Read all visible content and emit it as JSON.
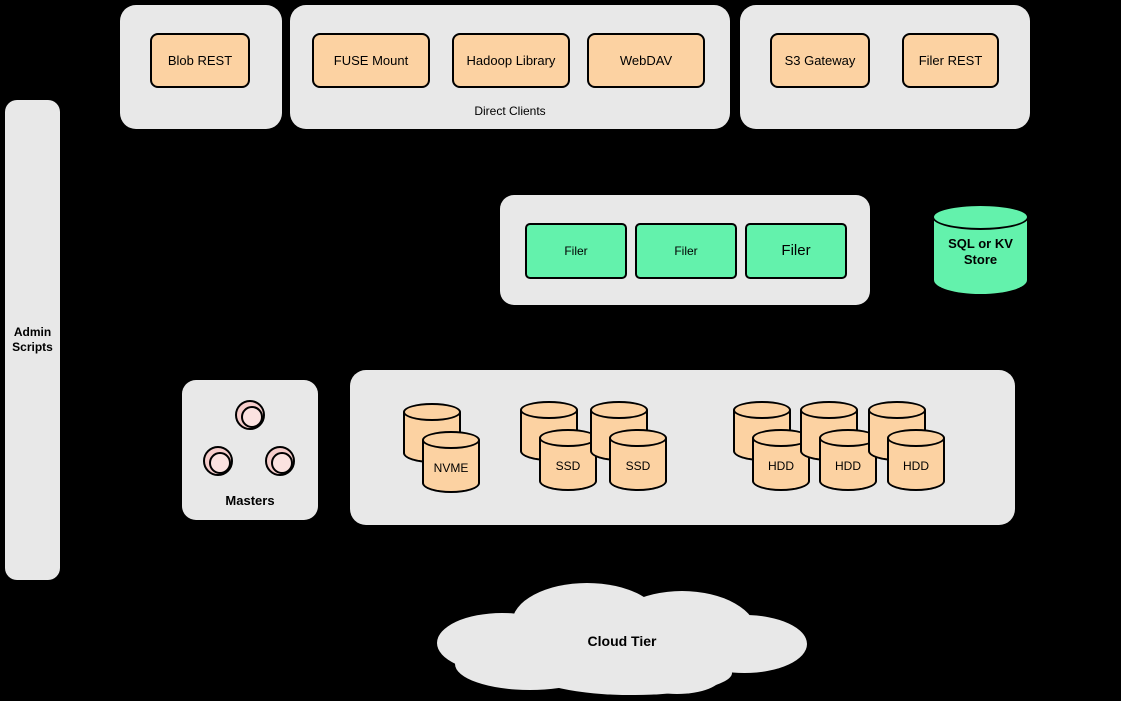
{
  "colors": {
    "background": "#000000",
    "panel_gray": "#e8e8e8",
    "client_orange": "#fcd2a2",
    "filer_green": "#63f2ac",
    "master_pink": "#f6cdcb"
  },
  "admin_panel": {
    "label": "Admin Scripts"
  },
  "client_groups": {
    "blob": {
      "nodes": [
        {
          "label": "Blob REST"
        }
      ]
    },
    "direct": {
      "caption": "Direct Clients",
      "nodes": [
        {
          "label": "FUSE Mount"
        },
        {
          "label": "Hadoop Library"
        },
        {
          "label": "WebDAV"
        }
      ]
    },
    "gateway": {
      "nodes": [
        {
          "label": "S3 Gateway"
        },
        {
          "label": "Filer REST"
        }
      ]
    }
  },
  "filer_cluster": {
    "nodes": [
      {
        "label": "Filer"
      },
      {
        "label": "Filer"
      },
      {
        "label": "Filer"
      }
    ]
  },
  "metadata_store": {
    "label": "SQL or KV Store"
  },
  "masters": {
    "caption": "Masters"
  },
  "volume_servers": {
    "stacks": [
      {
        "label": "NVME"
      },
      {
        "label": "SSD"
      },
      {
        "label": "SSD"
      },
      {
        "label": "HDD"
      },
      {
        "label": "HDD"
      },
      {
        "label": "HDD"
      }
    ]
  },
  "cloud": {
    "label": "Cloud Tier"
  }
}
